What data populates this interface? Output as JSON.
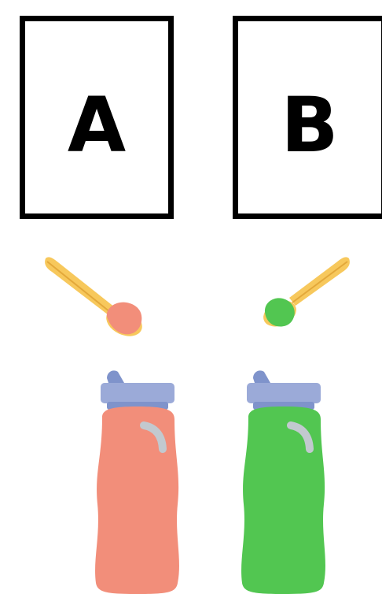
{
  "cards": [
    {
      "label": "A"
    },
    {
      "label": "B"
    }
  ],
  "items": {
    "left": {
      "color_name": "salmon",
      "color": "#F28E7A"
    },
    "right": {
      "color_name": "green",
      "color": "#52C651"
    }
  },
  "colors": {
    "spoon": "#F7C85C",
    "spoon_shadow": "#E3A83A",
    "cap": "#9BAAD8",
    "cap_dark": "#7F93CB",
    "highlight": "#C2C9CF"
  },
  "icons": [
    "spoon-icon",
    "bottle-icon"
  ]
}
